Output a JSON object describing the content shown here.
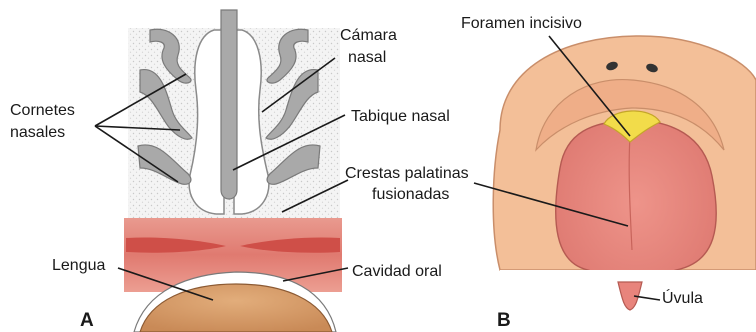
{
  "panel_a": {
    "letter": "A",
    "labels": {
      "cornetes_line1": "Cornetes",
      "cornetes_line2": "nasales",
      "camara_line1": "Cámara",
      "camara_line2": "nasal",
      "tabique": "Tabique nasal",
      "crestas_line1": "Crestas palatinas",
      "crestas_line2": "fusionadas",
      "lengua": "Lengua",
      "cavidad": "Cavidad oral"
    }
  },
  "panel_b": {
    "letter": "B",
    "labels": {
      "foramen": "Foramen incisivo",
      "uvula": "Úvula"
    }
  },
  "colors": {
    "turbinate_gray": "#a9a9a9",
    "mucosa_pink": "#e7877a",
    "muscle_red": "#d9564f",
    "tongue_tan": "#d49a68",
    "skin_peach": "#f3bf98",
    "palate_pink": "#e8847c",
    "foramen_yellow": "#f2dc4a"
  }
}
